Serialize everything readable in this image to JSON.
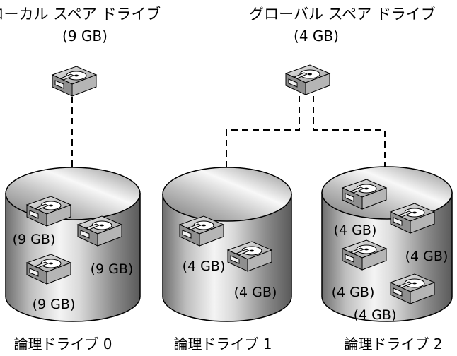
{
  "spares": {
    "local": {
      "title": "ローカル スペア ドライブ",
      "size": "(9 GB)"
    },
    "global": {
      "title": "グローバル スペア ドライブ",
      "size": "(4 GB)"
    }
  },
  "logical_drives": [
    {
      "label": "論理ドライブ 0",
      "disk_sizes": [
        "(9 GB)",
        "(9 GB)",
        "(9 GB)"
      ]
    },
    {
      "label": "論理ドライブ 1",
      "disk_sizes": [
        "(4 GB)",
        "(4 GB)"
      ]
    },
    {
      "label": "論理ドライブ 2",
      "disk_sizes": [
        "(4 GB)",
        "(4 GB)",
        "(4 GB)",
        "(4 GB)"
      ]
    }
  ]
}
